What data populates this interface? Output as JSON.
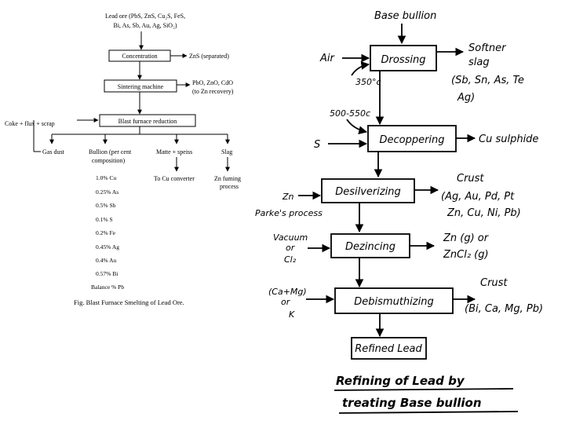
{
  "left_diagram": {
    "ore": [
      "Lead ore (PbS, ZnS, Cu₂S, FeS,",
      "Bi, As, Sb, Au, Ag, SiO₂)"
    ],
    "concentration": "Concentration",
    "zns": "ZnS (separated)",
    "sintering": "Sintering machine",
    "oxides": [
      "PbO, ZnO, CdO",
      "(to Zn recovery)"
    ],
    "coke": "Coke + flux + scrap",
    "blast": "Blast furnace reduction",
    "gas": "Gas dust",
    "bullion": [
      "Bullion (per cent",
      "composition)"
    ],
    "matte": "Matte + speiss",
    "slag": "Slag",
    "cu_converter": "To Cu converter",
    "zn_fuming": [
      "Zn fuming",
      "process"
    ],
    "composition": [
      "1.0% Cu",
      "0.25% As",
      "0.5% Sb",
      "0.1% S",
      "0.2% Fe",
      "0.45% Ag",
      "0.4% Au",
      "0.57% Bi",
      "Balance % Pb"
    ],
    "caption": "Fig.  Blast Furnace Smelting of Lead Ore."
  },
  "right_diagram": {
    "base_bullion": "Base bullion",
    "air": "Air",
    "drossing": "Drossing",
    "softner": [
      "Softner",
      "slag"
    ],
    "softner_items": [
      "(Sb, Sn, As, Te",
      "Ag)"
    ],
    "temp1": "350°c",
    "temp2": "500-550c",
    "s": "S",
    "decoppering": "Decoppering",
    "cu_sulphide": "Cu sulphide",
    "zn": "Zn",
    "parkes": "Parke's process",
    "desilverizing": "Desilverizing",
    "crust1": "Crust",
    "crust1_items": [
      "(Ag, Au, Pd, Pt",
      "Zn, Cu, Ni, Pb)"
    ],
    "vacuum": [
      "Vacuum",
      "or",
      "Cl₂"
    ],
    "dezincing": "Dezincing",
    "zn_products": [
      "Zn (g) or",
      "ZnCl₂ (g)"
    ],
    "ca_mg": [
      "(Ca+Mg)",
      "or",
      "K"
    ],
    "debismuthizing": "Debismuthizing",
    "crust2": "Crust",
    "crust2_items": "(Bi, Ca, Mg, Pb)",
    "refined": "Refined Lead",
    "title": [
      "Refining of Lead by",
      "treating  Base bullion"
    ]
  }
}
